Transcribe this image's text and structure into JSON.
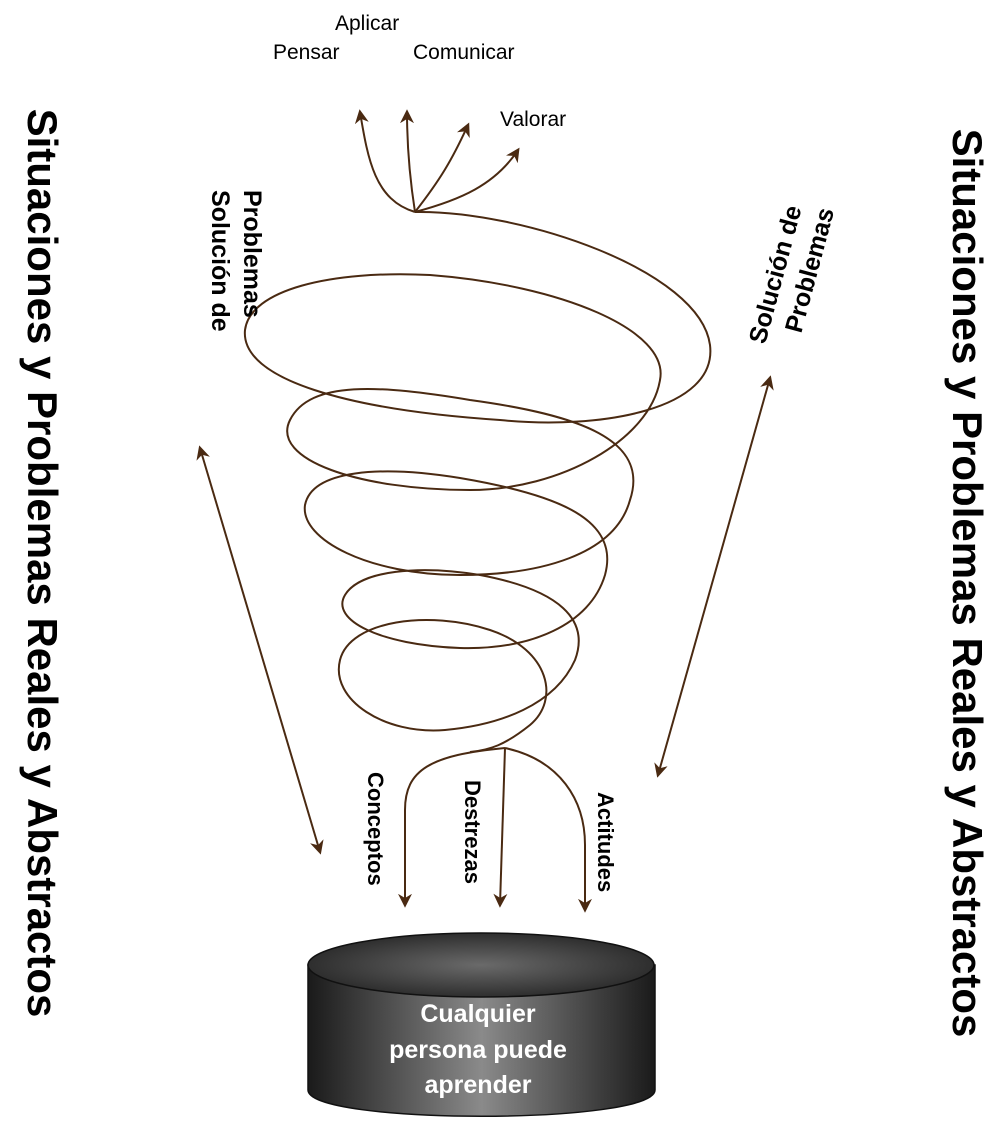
{
  "side_titles": {
    "left": "Situaciones y Problemas Reales y Abstractos",
    "right": "Situaciones y Problemas Reales y Abstractos"
  },
  "top_outputs": {
    "aplicar": "Aplicar",
    "pensar": "Pensar",
    "comunicar": "Comunicar",
    "valorar": "Valorar"
  },
  "solution_labels": {
    "left_line1": "Solución de",
    "left_line2": "Problemas",
    "right_line1": "Solución de",
    "right_line2": "Problemas"
  },
  "inputs": {
    "conceptos": "Conceptos",
    "destrezas": "Destrezas",
    "actitudes": "Actitudes"
  },
  "cylinder": {
    "line1": "Cualquier",
    "line2": "persona puede",
    "line3": "aprender"
  },
  "colors": {
    "arrow_brown": "#4a2a12",
    "cylinder_dark": "#2a2a2a",
    "text": "#000000"
  }
}
